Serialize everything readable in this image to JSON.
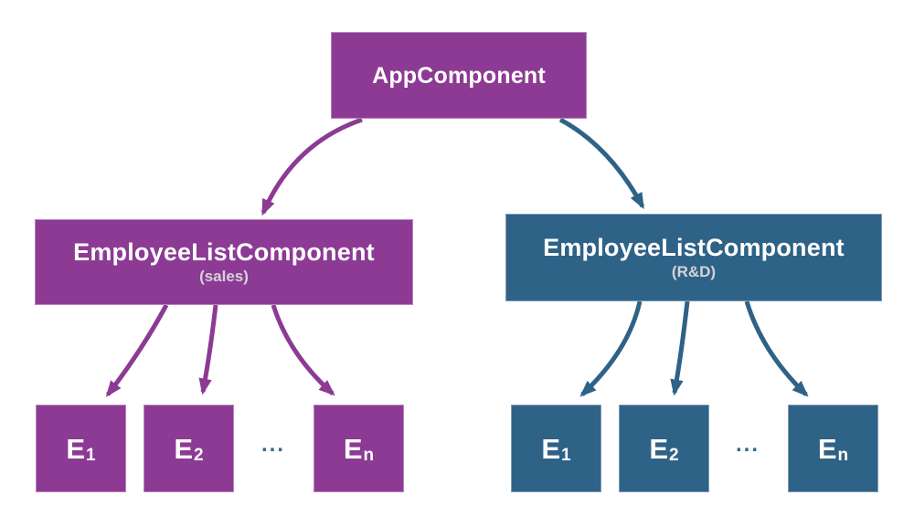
{
  "diagram": {
    "root": {
      "label": "AppComponent"
    },
    "branches": [
      {
        "title": "EmployeeListComponent",
        "subtitle": "(sales)",
        "children": [
          {
            "base": "E",
            "sub": "1"
          },
          {
            "base": "E",
            "sub": "2"
          },
          {
            "base": "E",
            "sub": "n"
          }
        ],
        "ellipsis": "..."
      },
      {
        "title": "EmployeeListComponent",
        "subtitle": "(R&D)",
        "children": [
          {
            "base": "E",
            "sub": "1"
          },
          {
            "base": "E",
            "sub": "2"
          },
          {
            "base": "E",
            "sub": "n"
          }
        ],
        "ellipsis": "..."
      }
    ]
  },
  "colors": {
    "purple": "#8C3A94",
    "blue": "#2F6287",
    "white": "#FFFFFF",
    "subtitle_gray": "#D4D2D8",
    "ellipsis_blue": "#35688F",
    "background": "#FFFFFF"
  },
  "icons": {
    "arrowhead": "triangle-arrowhead",
    "ellipsis": "horizontal-ellipsis"
  }
}
